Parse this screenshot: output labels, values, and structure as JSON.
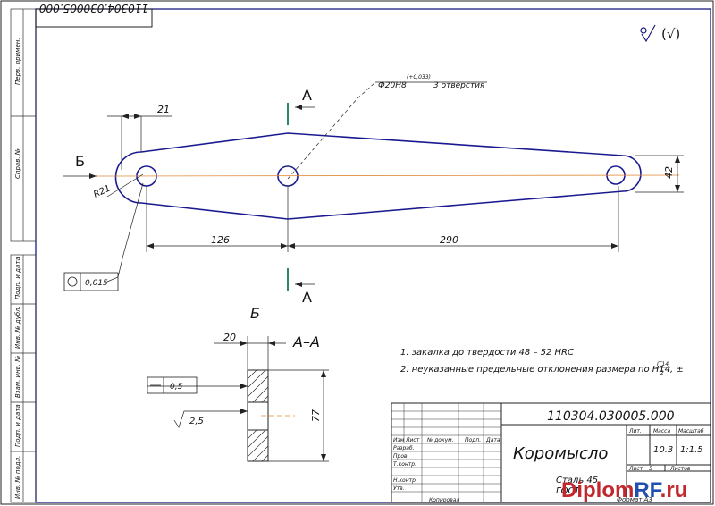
{
  "drawing": {
    "doc_code": "110304.030005.000",
    "title_rotated": "110304.030005.000",
    "part_name": "Коромысло",
    "roughness_mark": "(√)",
    "section_label": "А–А",
    "section_a_top": "А",
    "section_a_bottom": "А",
    "view_b": "Б",
    "view_b_detail": "Б"
  },
  "dimensions": {
    "d21": "21",
    "r21": "R21",
    "d42": "42",
    "d126": "126",
    "d290": "290",
    "hole_callout": "Ф20Н8",
    "hole_tolerance": "(+0,033)",
    "hole_count": "3 отверстия",
    "roundness": "0,015",
    "d20": "20",
    "d77": "77",
    "flatness": "0,5",
    "roughness_value": "2,5"
  },
  "notes": [
    "1. закалка до твердости 48 – 52 HRC",
    "2. неуказанные предельные отклонения размера по  H14, ±"
  ],
  "notes_fraction": {
    "num": "IT14",
    "den": "2"
  },
  "title_block": {
    "col_izm": "Изм",
    "col_list": "Лист",
    "col_doc": "№ докум.",
    "col_sign": "Подп.",
    "col_date": "Дата",
    "row_razrab": "Разраб.",
    "row_prov": "Пров.",
    "row_tkontr": "Т.контр.",
    "row_nkontr": "Н.контр.",
    "row_utv": "Утв.",
    "lit_label": "Лит.",
    "mass_label": "Масса",
    "scale_label": "Масштаб",
    "mass_value": "10.3",
    "scale_value": "1:1.5",
    "sheet_label": "Лист",
    "sheets_label": "Листов",
    "sheet_value": "5",
    "material": "Сталь 45",
    "material_std": "ГОСТ",
    "copied": "Копировал",
    "format": "Формат  А3"
  },
  "side_strip": {
    "perv_primen": "Перв. примен.",
    "sprav_no": "Справ. №",
    "podp_data": "Подп. и дата",
    "inv_dubl": "Инв. № дубл.",
    "vzam_inv": "Взам. инв. №",
    "podp_data2": "Подп. и дата",
    "inv_podl": "Инв. № подл."
  },
  "watermark": {
    "text_a": "Diplom",
    "text_b": "RF",
    "text_c": ".ru"
  }
}
